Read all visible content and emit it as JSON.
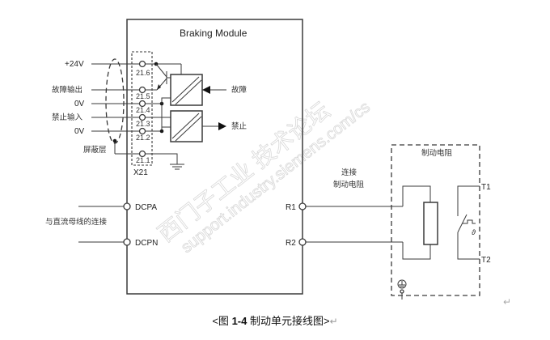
{
  "figure": {
    "module_title": "Braking Module",
    "terminal_block_label": "X21",
    "terminals": [
      {
        "pin": "21.6",
        "signal": "+24V"
      },
      {
        "pin": "21.5",
        "signal": "故障输出"
      },
      {
        "pin": "21.4",
        "signal": "0V"
      },
      {
        "pin": "21.3",
        "signal": "禁止输入"
      },
      {
        "pin": "21.2",
        "signal": "0V"
      },
      {
        "pin": "21.1",
        "signal": "屏蔽层"
      }
    ],
    "internal_signals": {
      "fault": "故障",
      "inhibit": "禁止"
    },
    "dc_ports": {
      "positive": "DCPA",
      "negative": "DCPN",
      "label": "与直流母线的连接"
    },
    "resistor_ports": {
      "r1": "R1",
      "r2": "R2",
      "connection_label_line1": "连接",
      "connection_label_line2": "制动电阻"
    },
    "resistor_box": {
      "title": "制动电阻",
      "t1": "T1",
      "t2": "T2",
      "thermal_symbol": "ϑ"
    },
    "watermark": {
      "line1": "西门子工业 技术论坛",
      "line2": "support.industry.siemens.com/cs"
    }
  },
  "caption": {
    "open": "<图 ",
    "number": "1-4",
    "text": " 制动单元接线图>",
    "return_mark": "↵"
  },
  "paragraph_mark": "↵"
}
